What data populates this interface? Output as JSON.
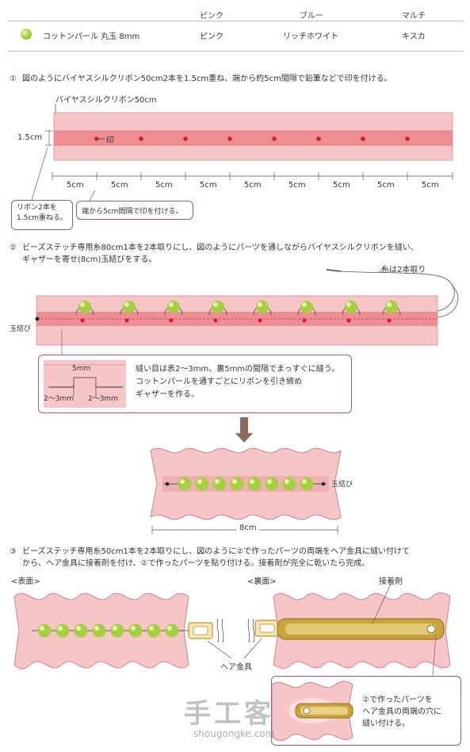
{
  "materials": {
    "headers": [
      "ピンク",
      "ブルー",
      "マルチ"
    ],
    "row": {
      "item": "コットンパール 丸玉 8mm",
      "values": [
        "ピンク",
        "リッチホワイト",
        "キスカ"
      ]
    },
    "bead_color": "#9acd32"
  },
  "step1": {
    "number": "①",
    "text": "図のようにバイヤスシルクリボン50cm2本を1.5cm重ね、端から約5cm間隔で鉛筆などで印を付ける。",
    "ribbon_label": "バイヤスシルクリボン50cm",
    "overlap_label": "1.5cm",
    "mark_label": "印",
    "intervals": [
      "5cm",
      "5cm",
      "5cm",
      "5cm",
      "5cm",
      "5cm",
      "5cm",
      "5cm",
      "5cm"
    ],
    "callout_left": [
      "リボン2本を",
      "1.5cm重ねる。"
    ],
    "callout_right": "端から5cm間隔で印を付ける。"
  },
  "step2": {
    "number": "②",
    "text_lines": [
      "ビーズステッチ専用糸80cm1本を2本取りにし、図のようにパーツを通しながらバイヤスシルクリボンを縫い、",
      "ギャザーを寄せ(8cm)玉結びをする。"
    ],
    "thread_label": "糸は2本取り",
    "knot_label": "玉結び",
    "stitch_top": "5mm",
    "stitch_left": "2〜3mm",
    "stitch_right": "2〜3mm",
    "note_lines": [
      "縫い目は表2〜3mm、裏5mmの間隔でまっすぐに縫う。",
      "コットンパールを通すごとにリボンを引き締め",
      "ギャザーを作る。"
    ],
    "gather_knot_label": "玉結び",
    "gather_length": "8cm"
  },
  "step3": {
    "number": "③",
    "text_lines": [
      "ビーズステッチ専用糸50cm1本を2本取りにし、図のように②で作ったパーツの両端をヘア金具に縫い付けて",
      "から、ヘア金具に接着剤を付け、②で作ったパーツを貼り付ける。接着剤が完全に乾いたら完成。"
    ],
    "front_label": "<表面>",
    "back_label": "<裏面>",
    "glue_label": "接着剤",
    "clip_label": "ヘア金具",
    "detail_lines": [
      "②で作ったパーツを",
      "ヘア金具の両端の穴に",
      "縫い付ける。"
    ]
  },
  "watermark": {
    "logo": "手工客",
    "url": "shougongke.com"
  },
  "colors": {
    "ribbon": "#f6c5c6",
    "ribbon_overlap": "#ee8d92",
    "mark": "#cc1f33",
    "callout_border": "#a0558f",
    "gold": "#c9a43a"
  }
}
